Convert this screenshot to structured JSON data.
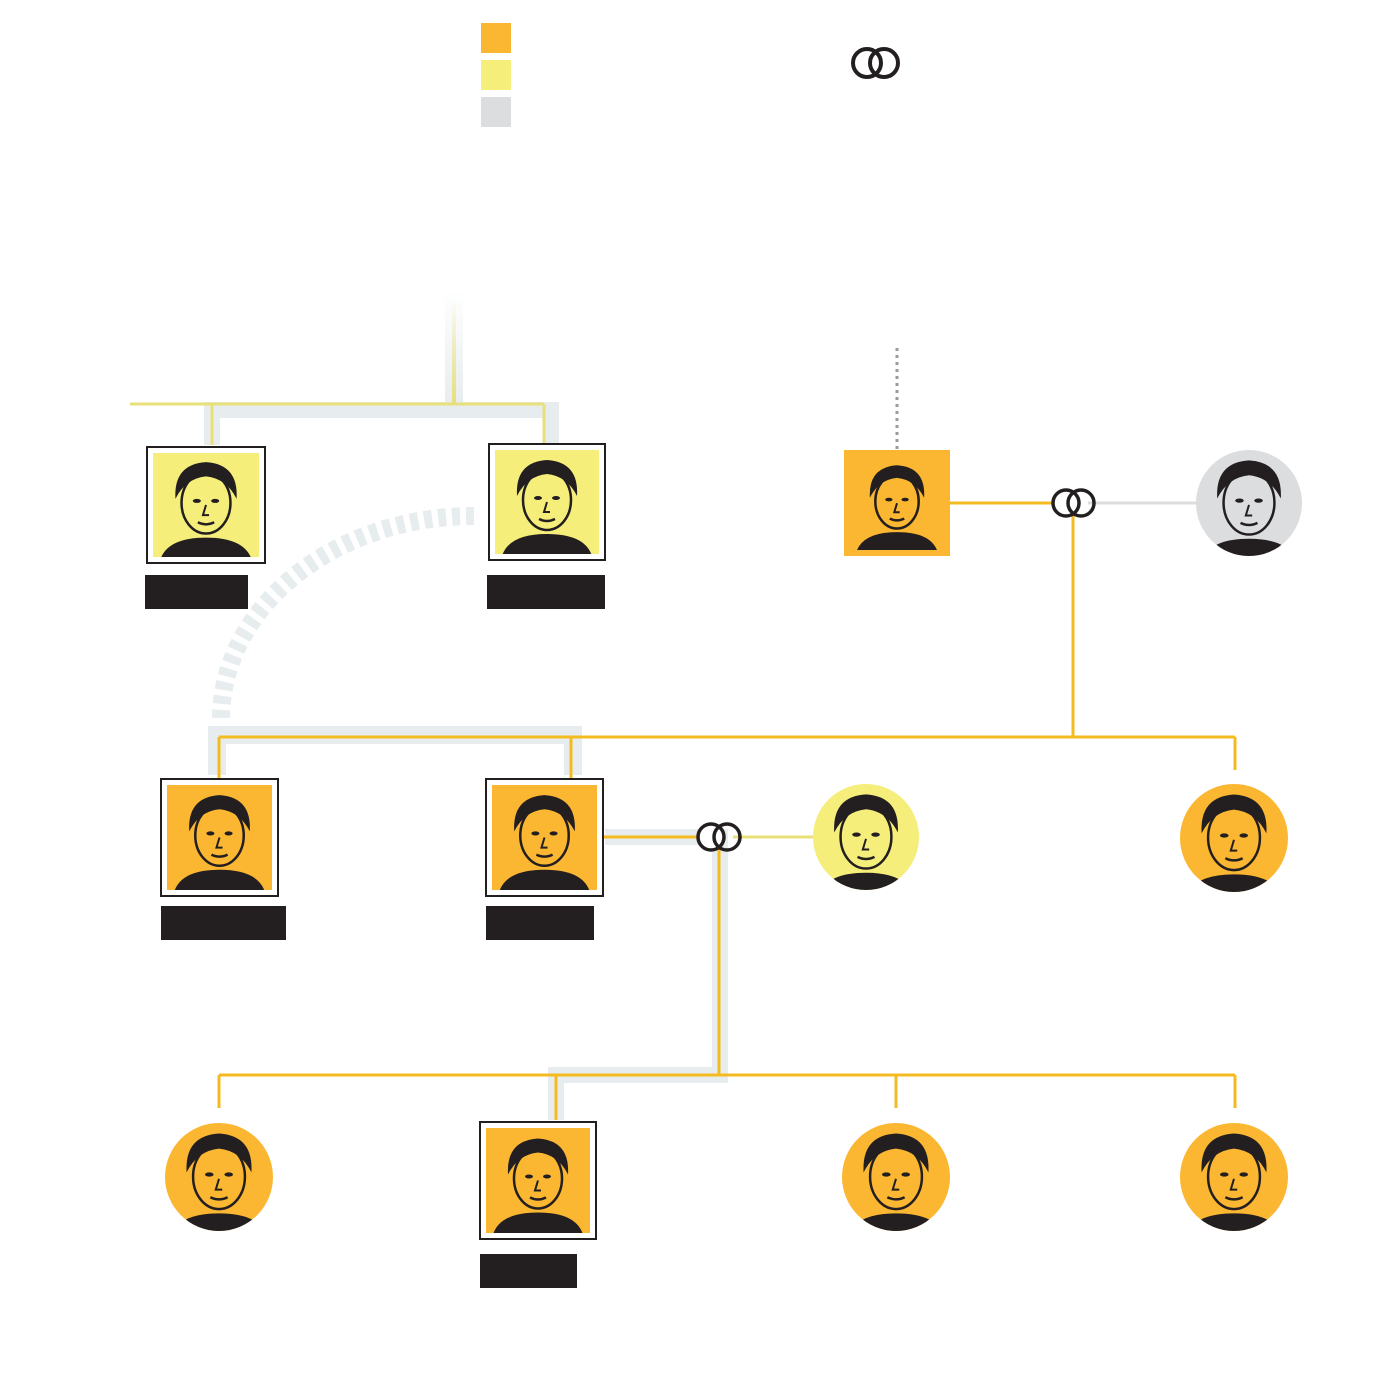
{
  "colors": {
    "legend": [
      "#fbb732",
      "#f6ee7b",
      "#dcdddf"
    ],
    "line_gold": "#f4bb20",
    "line_lightgold": "#e8e07a",
    "line_gray": "#dcdddf",
    "line_pale": "#e7ecee",
    "ring": "#231f20",
    "label_bg": "#231f20"
  },
  "icons": {
    "legend_marriage": "marriage-rings-icon",
    "marriage": "marriage-rings-icon",
    "portrait": "portrait-photo"
  },
  "people": [
    {
      "id": "gen1-left",
      "fill": "#f6ee7b",
      "framed": true,
      "shape": "square"
    },
    {
      "id": "gen1-right",
      "fill": "#f6ee7b",
      "framed": true,
      "shape": "square"
    },
    {
      "id": "gen1-prince",
      "fill": "#fbb732",
      "framed": false,
      "shape": "square"
    },
    {
      "id": "gen1-wife",
      "fill": "#dcdddf",
      "shape": "circle"
    },
    {
      "id": "gen2-son1",
      "fill": "#fbb732",
      "framed": true,
      "shape": "square"
    },
    {
      "id": "gen2-son2",
      "fill": "#fbb732",
      "framed": true,
      "shape": "square"
    },
    {
      "id": "gen2-queen",
      "fill": "#f6ee7b",
      "shape": "circle"
    },
    {
      "id": "gen2-daughter",
      "fill": "#fbb732",
      "shape": "circle"
    },
    {
      "id": "gen3-child1",
      "fill": "#fbb732",
      "shape": "circle"
    },
    {
      "id": "gen3-child2",
      "fill": "#fbb732",
      "framed": true,
      "shape": "square"
    },
    {
      "id": "gen3-child3",
      "fill": "#fbb732",
      "shape": "circle"
    },
    {
      "id": "gen3-child4",
      "fill": "#fbb732",
      "shape": "circle"
    }
  ],
  "labels": [
    "",
    "",
    "",
    "",
    ""
  ]
}
